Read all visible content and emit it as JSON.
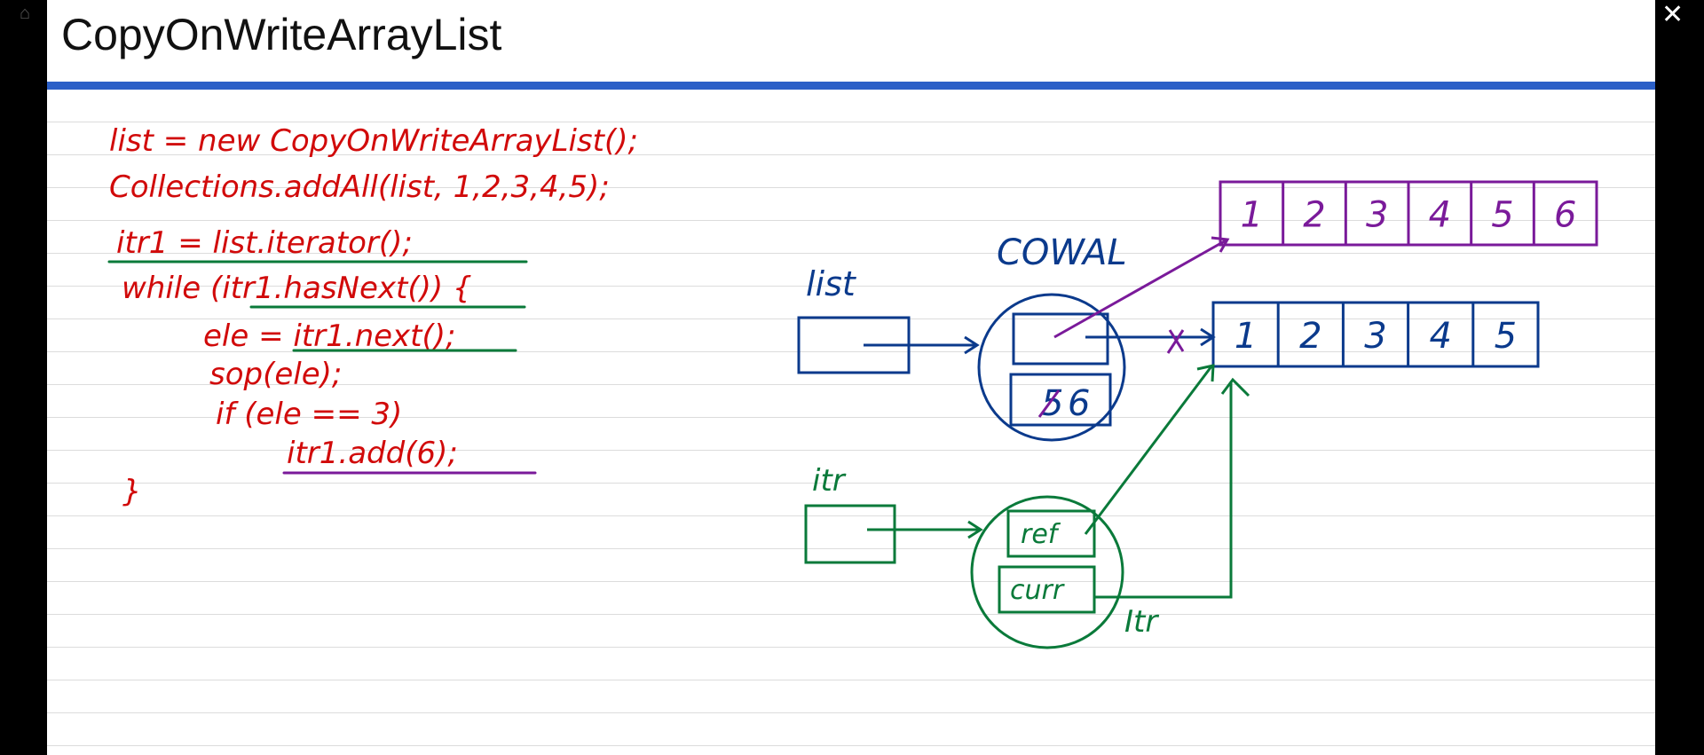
{
  "title": "CopyOnWriteArrayList",
  "code": {
    "line1": "list = new CopyOnWriteArrayList();",
    "line2": "Collections.addAll(list, 1,2,3,4,5);",
    "line3": "itr1 = list.iterator();",
    "line4": "while (itr1.hasNext()) {",
    "line5": "ele = itr1.next();",
    "line6": "sop(ele);",
    "line7": "if (ele == 3)",
    "line8": "itr1.add(6);",
    "line9": "}"
  },
  "diagram": {
    "cowal_label": "COWAL",
    "list_label": "list",
    "itr_label": "itr",
    "itr_pointer_label": "Itr",
    "ref_label": "ref",
    "curr_label": "curr",
    "size_old": "5",
    "size_new": "6",
    "new_array": [
      "1",
      "2",
      "3",
      "4",
      "5",
      "6"
    ],
    "old_array": [
      "1",
      "2",
      "3",
      "4",
      "5"
    ]
  },
  "colors": {
    "code": "#d10a0a",
    "underline_green": "#0a7a3a",
    "underline_purple": "#7a1a9a",
    "blue": "#0b3a8c",
    "green": "#0a7a3a",
    "purple": "#7a1a9a",
    "title_rule": "#2b5fc7"
  }
}
